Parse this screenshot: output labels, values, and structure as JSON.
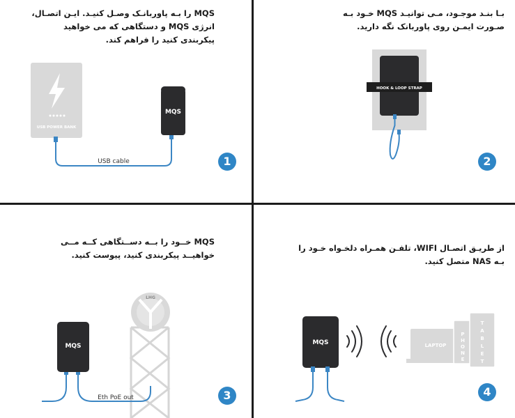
{
  "steps": [
    {
      "number": "1",
      "caption": "MQS را بـه پاوربانـک وصـل کنیـد. ایـن اتصـال، انرژی MQS و دستگاهی که می خواهید پیکربندی کنید را فراهم کند.",
      "labels": {
        "device": "MQS",
        "power_bank": "USB POWER BANK",
        "cable": "USB cable"
      }
    },
    {
      "number": "2",
      "caption": "بـا بنـد موجـود، مـی توانیـد MQS خـود بـه صـورت ایمـن روی پاوربانک نگه دارید.",
      "labels": {
        "strap": "HOOK & LOOP STRAP"
      }
    },
    {
      "number": "3",
      "caption": "MQS خــود را بــه دســتگاهی کــه مــی خواهیــد پیکربندی کنید، پیوست کنید.",
      "labels": {
        "device": "MQS",
        "antenna": "LHG",
        "cable": "Eth PoE out"
      }
    },
    {
      "number": "4",
      "caption": "از طریـق اتصـال WIFI، تلفـن همـراه دلخـواه خـود را بـه NAS متصل کنید.",
      "labels": {
        "device": "MQS",
        "laptop": "LAPTOP",
        "phone": "PHONE",
        "tablet": "TABLET"
      }
    }
  ],
  "colors": {
    "accent": "#2f86c6",
    "device": "#2b2b2d",
    "cable": "#3b86c4",
    "divider": "#1b1b1b",
    "gray": "#d9d9d9"
  }
}
